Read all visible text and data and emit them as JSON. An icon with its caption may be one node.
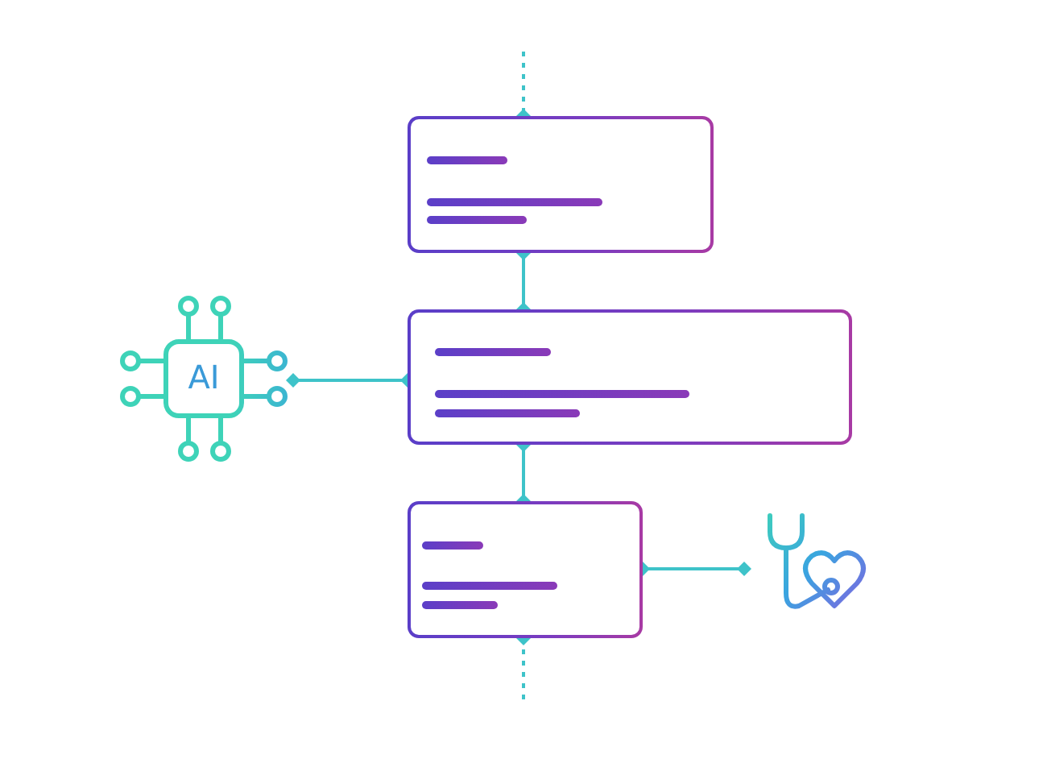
{
  "diagram": {
    "nodes": [
      {
        "text": [],
        "shape": "box"
      },
      {
        "text": [
          "AI"
        ]
      },
      {
        "text": [],
        "shape": "box"
      },
      {
        "text": [],
        "shape": "box"
      },
      {
        "text": [],
        "shape": "picture"
      }
    ],
    "edges": [
      {
        "from": null,
        "to": 0,
        "arrow": "other",
        "style": "dashed"
      },
      {
        "from": 0,
        "to": 2,
        "arrow": "other"
      },
      {
        "from": 1,
        "to": 2,
        "arrow": "other"
      },
      {
        "from": 2,
        "to": 3,
        "arrow": "other"
      },
      {
        "from": 3,
        "to": 4,
        "arrow": "other"
      },
      {
        "from": 3,
        "to": null,
        "arrow": "other",
        "style": "dashed"
      }
    ]
  }
}
